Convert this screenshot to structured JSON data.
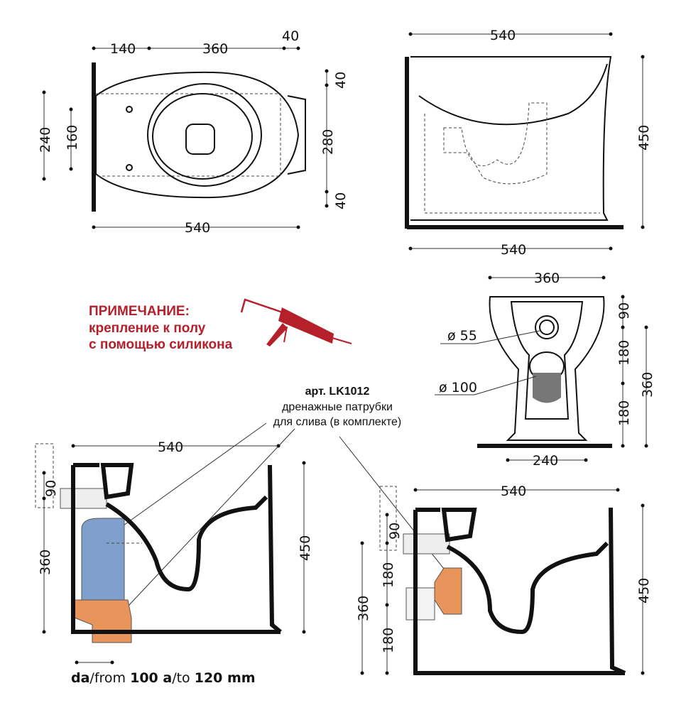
{
  "top_view": {
    "dims": {
      "a": "140",
      "b": "360",
      "c": "40",
      "left_outer": "240",
      "left_inner": "160",
      "right_top": "40",
      "right_mid": "280",
      "right_bottom": "40",
      "bottom": "540"
    }
  },
  "side_view": {
    "dims": {
      "top": "540",
      "height": "450",
      "bottom": "540"
    }
  },
  "front_view": {
    "dims": {
      "top": "360",
      "h1": "90",
      "h2": "180",
      "h3": "180",
      "total": "360",
      "bottom": "240",
      "d_small": "ø 55",
      "d_large": "ø 100"
    }
  },
  "note": {
    "title": "ПРИМЕЧАНИЕ:",
    "line1": "крепление к полу",
    "line2": "с помощью силикона"
  },
  "accessory": {
    "article": "арт. LK1012",
    "line1": "дренажные патрубки",
    "line2": "для слива (в комплекте)"
  },
  "section_left": {
    "dims": {
      "top": "540",
      "h90": "90",
      "h360": "360",
      "h450": "450"
    },
    "range": {
      "p1": "da",
      "p2": "/from ",
      "p3": "100 a",
      "p4": "/to ",
      "p5": "120 mm"
    }
  },
  "section_right": {
    "dims": {
      "top": "540",
      "h90": "90",
      "h180a": "180",
      "h360": "360",
      "h180b": "180",
      "h450": "450"
    }
  },
  "colors": {
    "accent": "#b5202a",
    "pipe_blue": "#7fa0cc",
    "pipe_orange": "#e8945a"
  }
}
